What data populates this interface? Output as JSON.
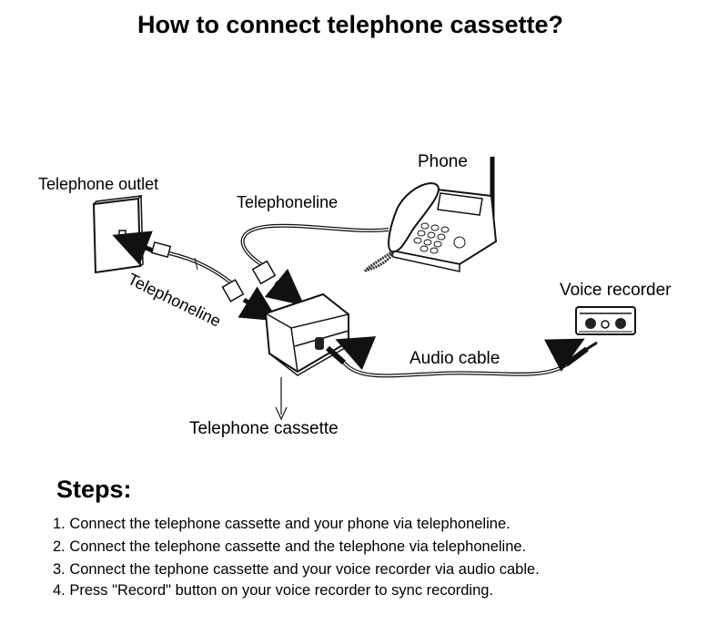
{
  "title": "How to connect telephone cassette?",
  "diagram": {
    "labels": {
      "telephone_outlet": "Telephone outlet",
      "phone": "Phone",
      "telephoneline_top": "Telephoneline",
      "telephoneline_diag": "Telephoneline",
      "voice_recorder": "Voice recorder",
      "audio_cable": "Audio cable",
      "telephone_cassette": "Telephone cassette"
    },
    "components": [
      "telephone-outlet",
      "phone",
      "telephone-cassette",
      "voice-recorder"
    ],
    "connections": [
      {
        "from": "telephone-outlet",
        "to": "telephone-cassette",
        "via": "Telephoneline"
      },
      {
        "from": "phone",
        "to": "telephone-cassette",
        "via": "Telephoneline"
      },
      {
        "from": "telephone-cassette",
        "to": "voice-recorder",
        "via": "Audio cable"
      }
    ]
  },
  "steps": {
    "heading": "Steps:",
    "items": [
      "1. Connect the telephone cassette and your phone via telephoneline.",
      "2. Connect the telephone cassette and the telephone via telephoneline.",
      "3. Connect the tephone cassette and your voice recorder via audio cable.",
      "4. Press \"Record\" button on your voice recorder to sync recording."
    ]
  }
}
